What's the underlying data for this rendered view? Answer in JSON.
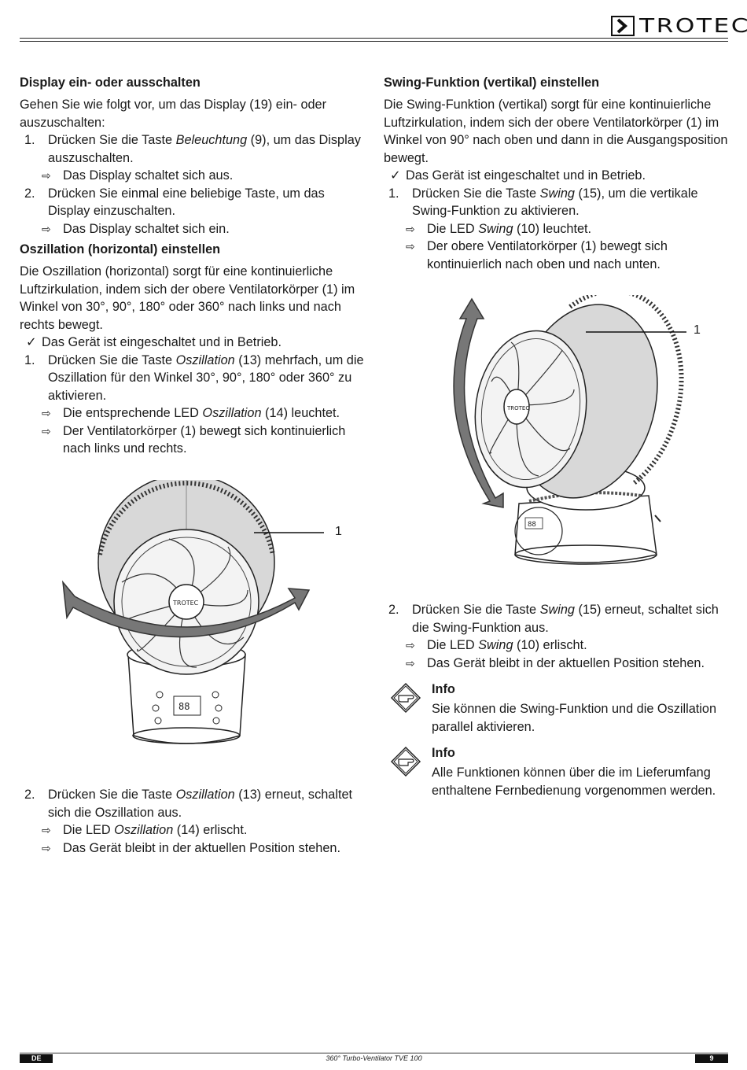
{
  "header": {
    "brand": "TROTEC"
  },
  "left": {
    "display": {
      "heading": "Display ein- oder ausschalten",
      "intro": "Gehen Sie wie folgt vor, um das Display (19) ein- oder auszuschalten:",
      "step1_num": "1.",
      "step1_pre": "Drücken Sie die Taste ",
      "step1_em": "Beleuchtung",
      "step1_post": " (9), um das Display auszuschalten.",
      "step1_result": "Das Display schaltet sich aus.",
      "step2_num": "2.",
      "step2": "Drücken Sie einmal eine beliebige Taste, um das Display einzuschalten.",
      "step2_result": "Das Display schaltet sich ein."
    },
    "osc": {
      "heading": "Oszillation (horizontal) einstellen",
      "intro": "Die Oszillation (horizontal) sorgt für eine kontinuierliche Luftzirkulation, indem sich der obere Ventilatorkörper (1) im Winkel von 30°, 90°, 180° oder 360° nach links und nach rechts bewegt.",
      "check": "Das Gerät ist eingeschaltet und in Betrieb.",
      "step1_num": "1.",
      "step1_pre": "Drücken Sie die Taste ",
      "step1_em": "Oszillation",
      "step1_post": " (13) mehrfach, um die Oszillation für den Winkel 30°, 90°, 180° oder 360° zu aktivieren.",
      "r1_pre": "Die entsprechende LED ",
      "r1_em": "Oszillation",
      "r1_post": " (14) leuchtet.",
      "r2": "Der Ventilatorkörper (1) bewegt sich kontinuierlich nach links und rechts.",
      "callout": "1",
      "step2_num": "2.",
      "step2_pre": "Drücken Sie die Taste ",
      "step2_em": "Oszillation",
      "step2_post": " (13) erneut, schaltet sich die Oszillation aus.",
      "r3_pre": "Die LED ",
      "r3_em": "Oszillation",
      "r3_post": " (14) erlischt.",
      "r4": "Das Gerät bleibt in der aktuellen Position stehen."
    }
  },
  "right": {
    "swing": {
      "heading": "Swing-Funktion (vertikal) einstellen",
      "intro": "Die Swing-Funktion (vertikal) sorgt für eine kontinuierliche Luftzirkulation, indem sich der obere Ventilatorkörper (1) im Winkel von 90° nach oben und dann in die Ausgangsposition bewegt.",
      "check": "Das Gerät ist eingeschaltet und in Betrieb.",
      "step1_num": "1.",
      "step1_pre": "Drücken Sie die Taste ",
      "step1_em": "Swing",
      "step1_post": " (15), um die vertikale Swing-Funktion zu aktivieren.",
      "r1_pre": "Die LED ",
      "r1_em": "Swing",
      "r1_post": " (10) leuchtet.",
      "r2": "Der obere Ventilatorkörper (1) bewegt sich kontinuierlich nach oben und nach unten.",
      "callout": "1",
      "step2_num": "2.",
      "step2_pre": "Drücken Sie die Taste ",
      "step2_em": "Swing",
      "step2_post": " (15) erneut, schaltet sich die Swing-Funktion aus.",
      "r3_pre": "Die LED ",
      "r3_em": "Swing",
      "r3_post": " (10) erlischt.",
      "r4": "Das Gerät bleibt in der aktuellen Position stehen."
    },
    "info1": {
      "title": "Info",
      "text": "Sie können die Swing-Funktion und die Oszillation parallel aktivieren."
    },
    "info2": {
      "title": "Info",
      "text": "Alle Funktionen können über die im Lieferumfang enthaltene Fernbedienung vorgenommen werden."
    }
  },
  "footer": {
    "lang": "DE",
    "title": "360° Turbo-Ventilator TVE 100",
    "page": "9"
  },
  "icons": {
    "result": "arrow-right-outline-icon",
    "check": "checkmark-icon",
    "info": "pointing-hand-icon"
  }
}
